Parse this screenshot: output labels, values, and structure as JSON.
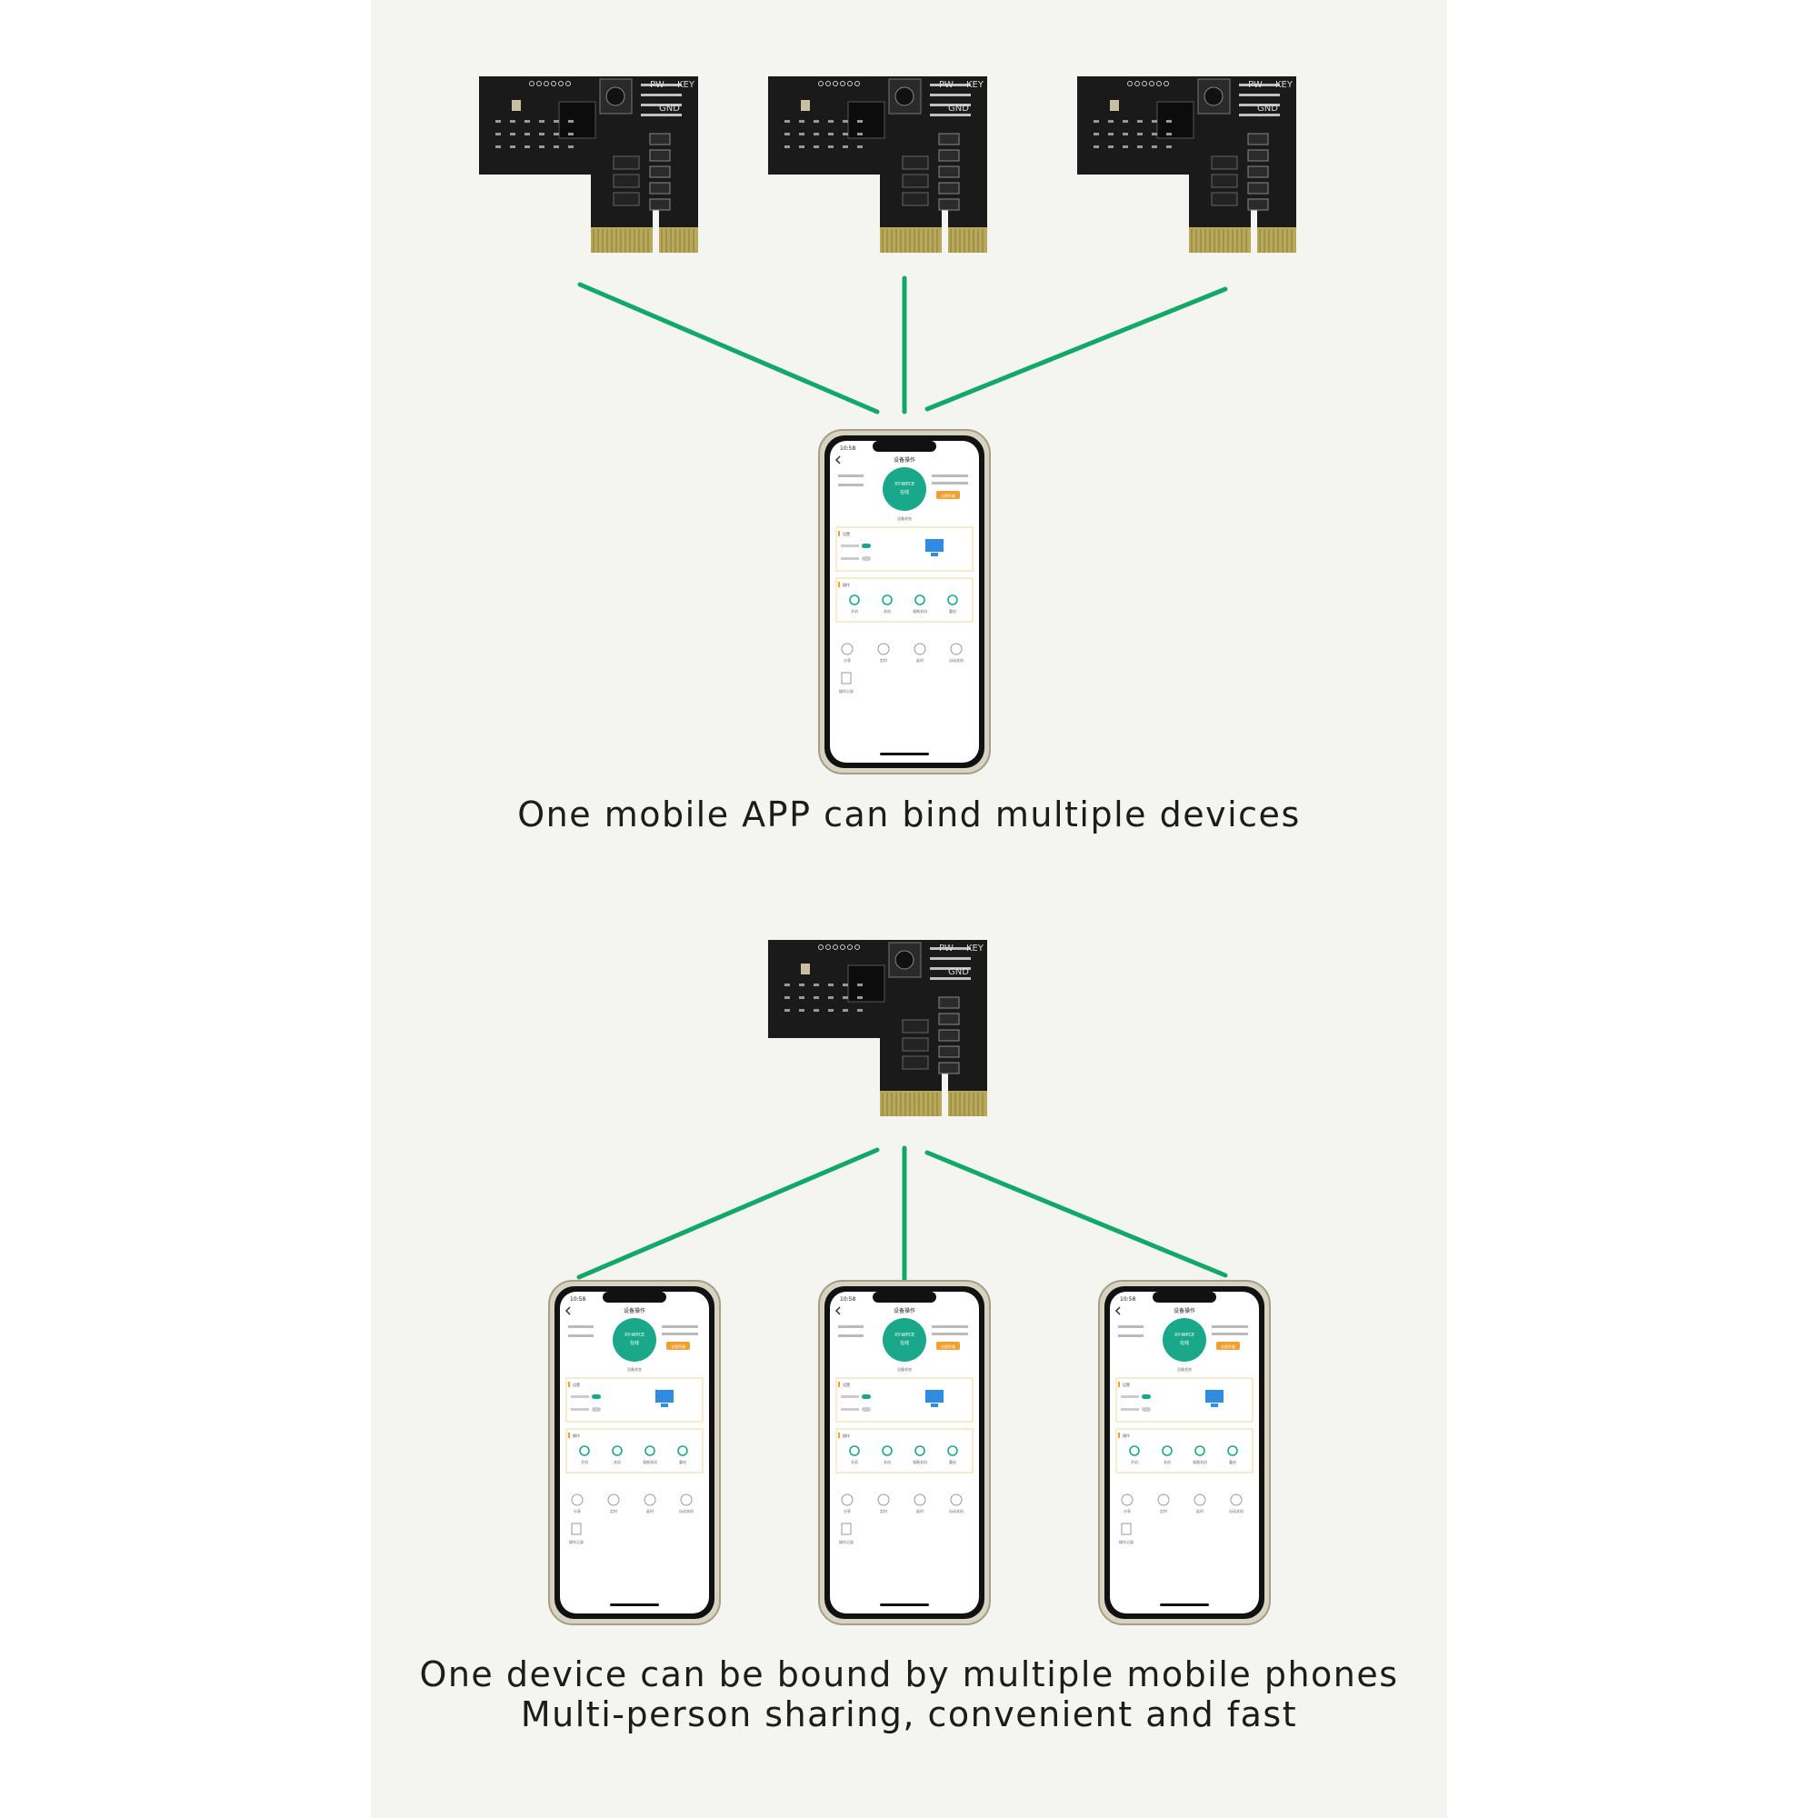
{
  "colors": {
    "background": "#f4f5f0",
    "connector": "#12a86a",
    "board": "#1a1a1a",
    "gold_fingers": "#b8a85a",
    "app_accent": "#1aa88a",
    "app_orange": "#f0a030"
  },
  "board": {
    "silk_labels": [
      "PW",
      "KEY",
      "GND"
    ]
  },
  "phone_app": {
    "status_time": "10:58",
    "screen_title": "设备操作",
    "center_button": [
      "XY-WPCE",
      "在线"
    ],
    "button_orange": "立即升级",
    "section_label": "设备状态",
    "section_settings": "设置",
    "section_operations": "操作",
    "operation_labels": [
      "开机",
      "关机",
      "强制关机",
      "重启"
    ],
    "bottom_labels": [
      "分享",
      "定时",
      "延时",
      "自动关机"
    ],
    "record_label": "操作记录"
  },
  "section_top": {
    "caption": "One mobile APP can bind multiple devices"
  },
  "section_bottom": {
    "caption_line1": "One device can be bound by multiple mobile phones",
    "caption_line2": "Multi-person sharing, convenient and fast"
  }
}
